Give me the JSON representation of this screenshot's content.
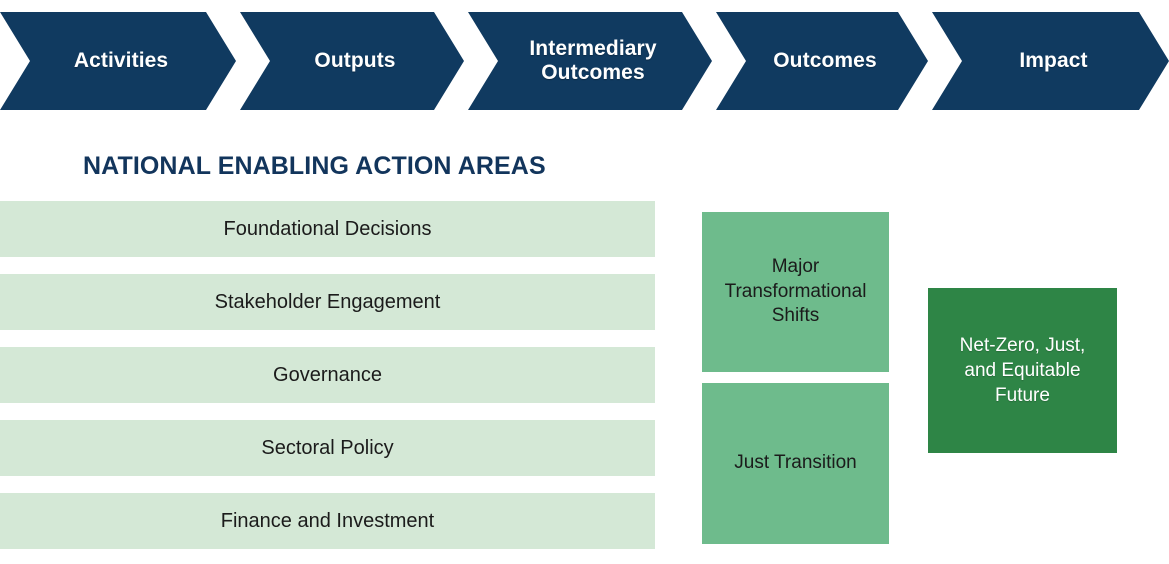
{
  "process_band": {
    "stages": [
      {
        "label": "Activities"
      },
      {
        "label": "Outputs"
      },
      {
        "label": "Intermediary\nOutcomes"
      },
      {
        "label": "Outcomes"
      },
      {
        "label": "Impact"
      }
    ]
  },
  "section": {
    "title": "NATIONAL ENABLING ACTION AREAS"
  },
  "action_areas": {
    "items": [
      {
        "label": "Foundational Decisions"
      },
      {
        "label": "Stakeholder Engagement"
      },
      {
        "label": "Governance"
      },
      {
        "label": "Sectoral Policy"
      },
      {
        "label": "Finance and Investment"
      }
    ]
  },
  "shifts": {
    "items": [
      {
        "label": "Major\nTransformational\nShifts"
      },
      {
        "label": "Just Transition"
      }
    ]
  },
  "impact": {
    "label": "Net-Zero, Just,\nand Equitable\nFuture"
  },
  "colors": {
    "navy": "#103a60",
    "title_navy": "#12355c",
    "light_green": "#d4e8d6",
    "medium_green": "#6ebb8c",
    "dark_green": "#2e8546",
    "background": "#ffffff",
    "text_dark": "#1b1b1b",
    "text_light": "#ffffff"
  }
}
